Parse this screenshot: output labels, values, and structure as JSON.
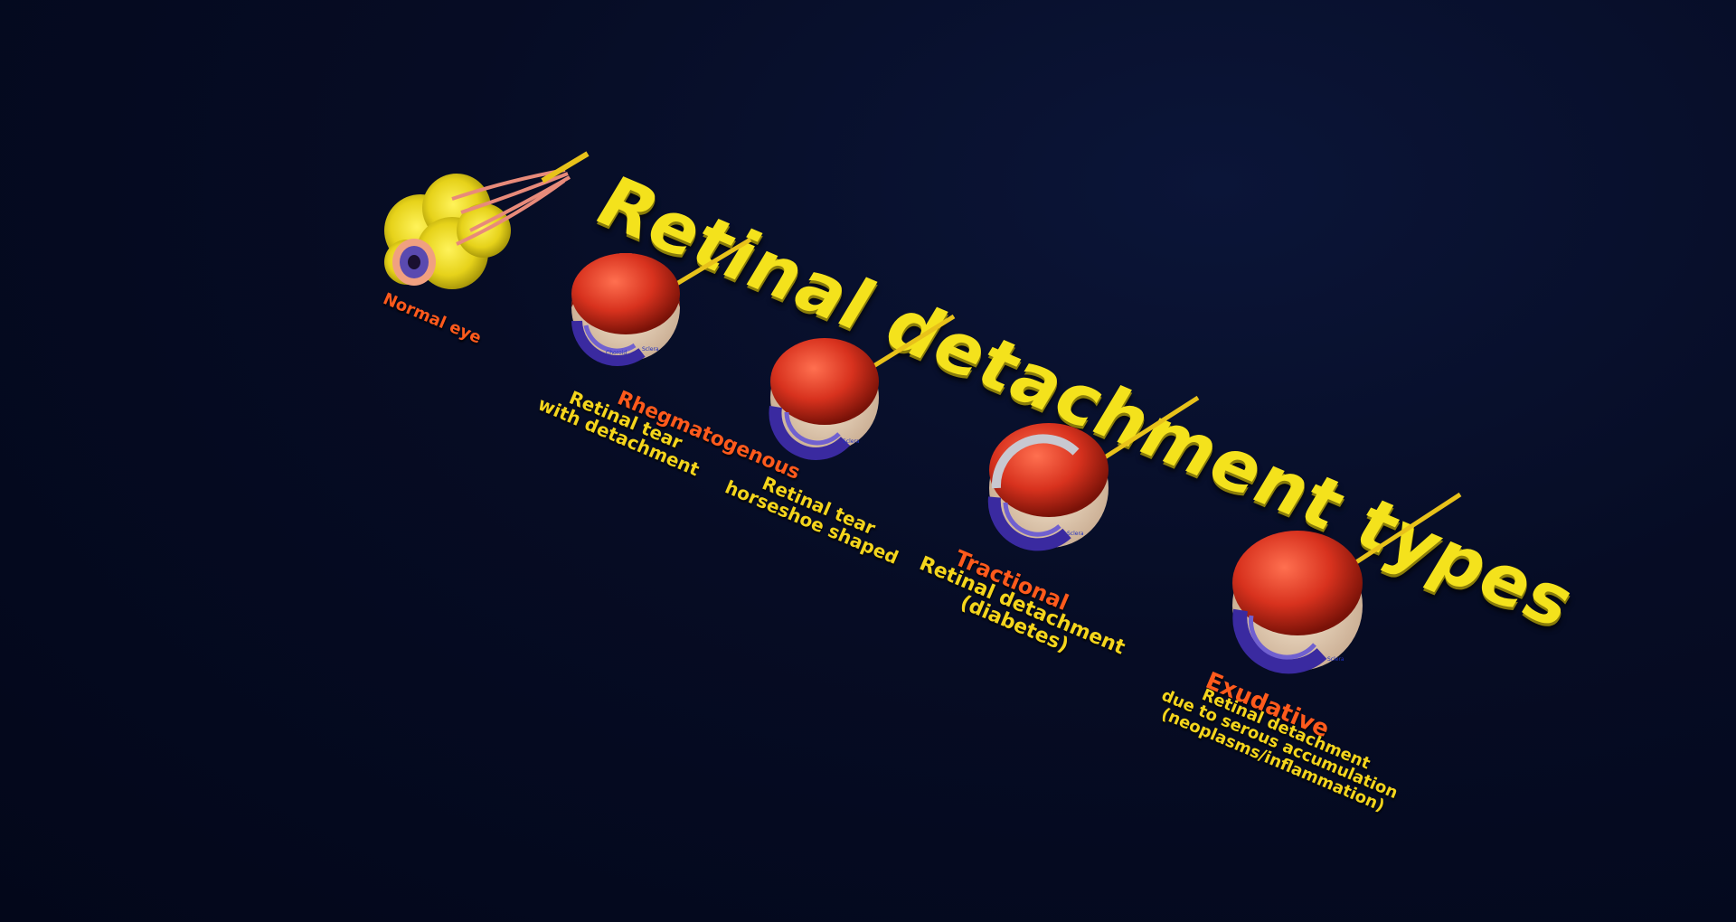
{
  "title": "Retinal detachment types",
  "normal_eye": {
    "label": "Normal eye"
  },
  "eyes": [
    {
      "sublabel_lines": [
        "Retinal tear",
        "with detachment"
      ],
      "type_label": "Rhegmatogenous"
    },
    {
      "sublabel_lines": [
        "Retinal tear",
        "horseshoe shaped"
      ]
    },
    {
      "type_label": "Tractional",
      "sublabel_lines": [
        "Retinal detachment",
        "(diabetes)"
      ]
    },
    {
      "type_label": "Exudative",
      "sublabel_lines": [
        "Retinal detachment",
        "due to serous accumulation",
        "(neoplasms/inflammation)"
      ]
    }
  ],
  "tiny_labels": [
    "Sclera",
    "Choroid"
  ],
  "colors": {
    "title": "#f4e21c",
    "type_label": "#ff5a1c",
    "sublabel": "#f4d51c",
    "background": "#060c24",
    "eye_red": "#d8321e",
    "optic_nerve": "#e8c21a"
  }
}
